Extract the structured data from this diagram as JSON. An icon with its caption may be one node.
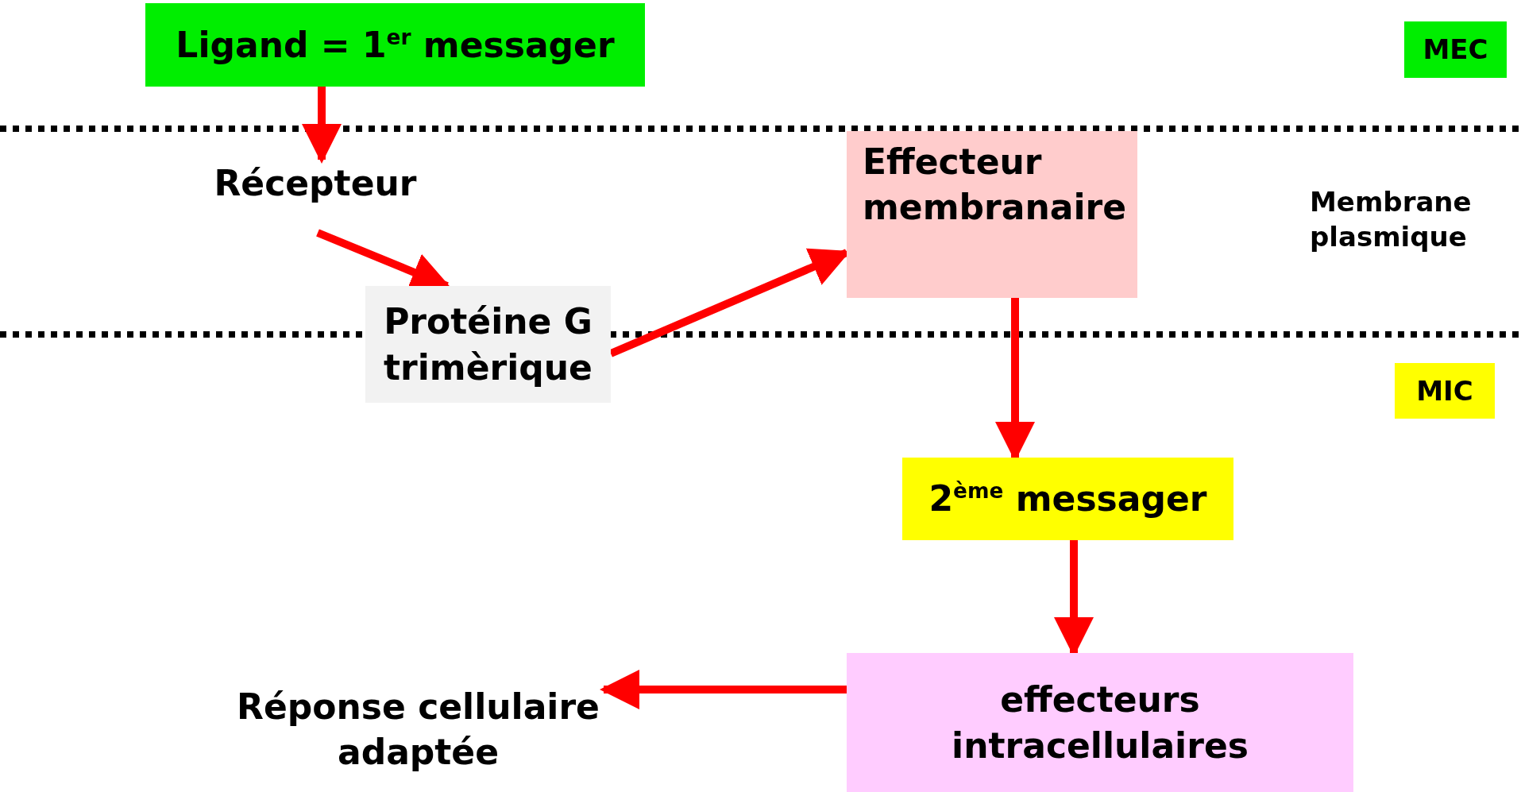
{
  "diagram": {
    "nodes": [
      {
        "text": [
          "Ligand = 1$^{er}$ messager"
        ]
      },
      {
        "text": [
          "MEC"
        ]
      },
      {
        "text": [
          "Récepteur"
        ]
      },
      {
        "text": [
          "Effecteur membranaire"
        ]
      },
      {
        "text": [
          "Protéine G trimèrique"
        ]
      },
      {
        "text": [
          "MIC"
        ]
      },
      {
        "text": [
          "2$^{ème}$ messager"
        ]
      },
      {
        "text": [
          "effecteurs intracellulaires"
        ]
      },
      {
        "text": [
          "Réponse cellulaire adaptée"
        ]
      }
    ],
    "edges": [
      {
        "from": 0,
        "to": 2,
        "arrow": "to"
      },
      {
        "from": 2,
        "to": 4,
        "arrow": "to"
      },
      {
        "from": 4,
        "to": 3,
        "arrow": "to"
      },
      {
        "from": 3,
        "to": 6,
        "arrow": "to"
      },
      {
        "from": 6,
        "to": 7,
        "arrow": "to"
      },
      {
        "from": 7,
        "to": 8,
        "arrow": "to"
      }
    ],
    "labels": [
      "Membrane plasmique"
    ]
  }
}
